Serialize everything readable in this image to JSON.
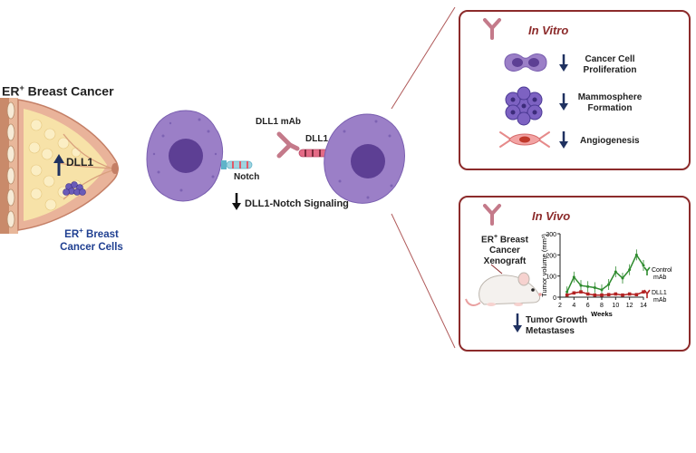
{
  "left": {
    "title": "ER",
    "title_sup": "+",
    "title_rest": " Breast Cancer",
    "dll1": "DLL1",
    "cells_line1": "ER",
    "cells_sup": "+",
    "cells_line1_rest": " Breast",
    "cells_line2": "Cancer Cells"
  },
  "middle": {
    "mab_label": "DLL1 mAb",
    "dll1_label": "DLL1",
    "notch_label": "Notch",
    "signal_label": "DLL1-Notch Signaling"
  },
  "in_vitro": {
    "title": "In Vitro",
    "items": [
      {
        "line1": "Cancer Cell",
        "line2": "Proliferation"
      },
      {
        "line1": "Mammosphere",
        "line2": "Formation"
      },
      {
        "line1": "Angiogenesis",
        "line2": ""
      }
    ]
  },
  "in_vivo": {
    "title": "In Vivo",
    "model_line1": "ER",
    "model_sup": "+",
    "model_line1_rest": " Breast",
    "model_line2": "Cancer",
    "model_line3": "Xenograft",
    "outcome_line1": "Tumor Growth",
    "outcome_line2": "Metastases"
  },
  "chart_data": {
    "type": "line",
    "xlabel": "Weeks",
    "ylabel": "Tumor volume (mm³)",
    "xlim": [
      2,
      14
    ],
    "ylim": [
      0,
      300
    ],
    "x_ticks": [
      "2",
      "4",
      "6",
      "8",
      "10",
      "12",
      "14"
    ],
    "y_ticks": [
      "0",
      "100",
      "200",
      "300"
    ],
    "series": [
      {
        "name": "Control mAb",
        "color": "#2e8b2e",
        "x": [
          3,
          4,
          5,
          6,
          7,
          8,
          9,
          10,
          11,
          12,
          13,
          14
        ],
        "y": [
          25,
          95,
          55,
          50,
          45,
          35,
          60,
          120,
          90,
          130,
          200,
          150
        ]
      },
      {
        "name": "DLL1 mAb",
        "color": "#b22222",
        "x": [
          3,
          4,
          5,
          6,
          7,
          8,
          9,
          10,
          11,
          12,
          13,
          14
        ],
        "y": [
          10,
          20,
          25,
          15,
          10,
          10,
          12,
          15,
          10,
          15,
          12,
          25
        ]
      }
    ]
  }
}
